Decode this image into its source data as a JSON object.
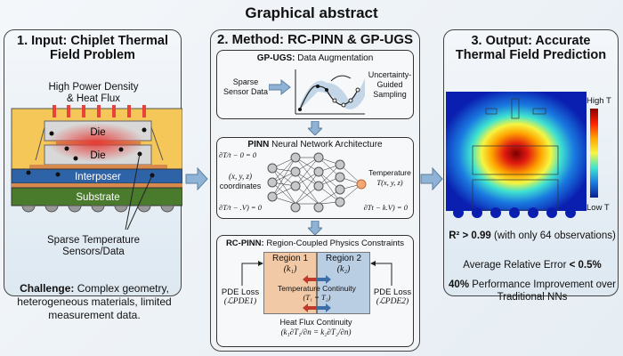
{
  "title": "Graphical abstract",
  "panel1": {
    "title_line1": "1. Input: Chiplet Thermal",
    "title_line2": "Field Problem",
    "heat_label_line1": "High Power Density",
    "heat_label_line2": "& Heat Flux",
    "layers": {
      "die_top": "Die",
      "die_bottom": "Die",
      "interposer": "Interposer",
      "substrate": "Substrate"
    },
    "sensor_label_line1": "Sparse Temperature",
    "sensor_label_line2": "Sensors/Data",
    "challenge_bold": "Challenge:",
    "challenge_text": " Complex geometry, heterogeneous materials, limited measurement data."
  },
  "panel2": {
    "title": "2. Method: RC-PINN & GP-UGS",
    "gpugs": {
      "title_bold": "GP-UGS:",
      "title_rest": " Data Augmentation",
      "input_line1": "Sparse",
      "input_line2": "Sensor Data",
      "output_line1": "Uncertainty-",
      "output_line2": "Guided",
      "output_line3": "Sampling"
    },
    "pinn": {
      "title_bold": "PINN",
      "title_rest": " Neural Network Architecture",
      "bc_top": "∂T/t − 0 = 0",
      "bc_bottom": "∂T/t − .V) = 0",
      "input_line1": "(x, y, z)",
      "input_line2": "coordinates",
      "output_line1": "Temperature",
      "output_line2": "T(x, y, z)",
      "bc_right": "∂Tt − k.V) = 0"
    },
    "rcpinn": {
      "title_bold": "RC-PINN:",
      "title_rest": " Region-Coupled Physics Constraints",
      "region1": "Region 1",
      "region1_k": "(k₁)",
      "region2": "Region 2",
      "region2_k": "(k₂)",
      "temp_cont": "Temperature Continuity",
      "temp_eq": "(T₁ = T₂)",
      "pde1": "PDE Loss",
      "pde1_sym": "(ℒPDE1)",
      "pde2": "PDE Loss",
      "pde2_sym": "(ℒPDE2)",
      "flux": "Heat Flux Continuity",
      "flux_eq": "(k₁∂T₁/∂n = k₂∂T₂/∂n)"
    }
  },
  "panel3": {
    "title_line1": "3. Output: Accurate",
    "title_line2": "Thermal Field Prediction",
    "colorbar_high": "High T",
    "colorbar_low": "Low T",
    "r2_bold": "R² > 0.99",
    "r2_rest": " (with only 64 observations)",
    "err_text": "Average Relative Error ",
    "err_bold": "< 0.5%",
    "perf_bold": "40%",
    "perf_rest": " Performance Improvement over Traditional NNs"
  },
  "colors": {
    "accent_arrow": "#8fb3d6",
    "heat_red": "#e53935",
    "interposer": "#2f63a8",
    "substrate": "#4a7b2c",
    "package": "#f5c658",
    "region1": "#f2c9a6",
    "region2": "#b9cde3"
  }
}
